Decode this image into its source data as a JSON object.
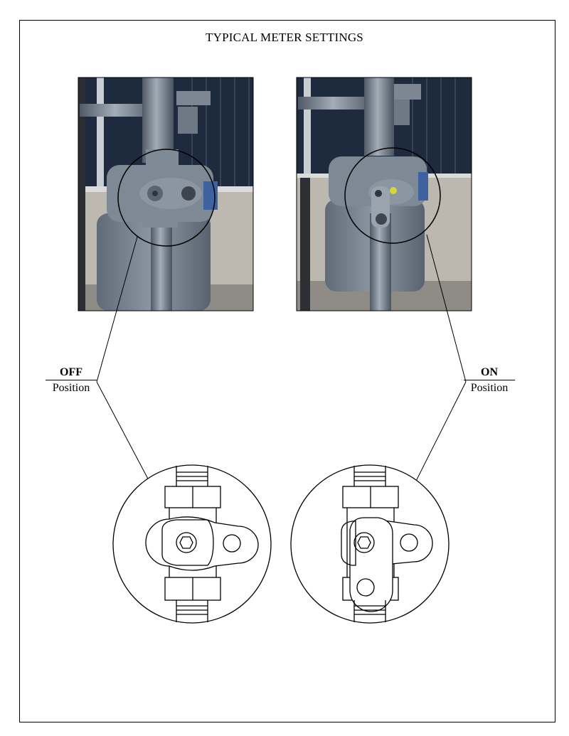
{
  "title": "TYPICAL METER SETTINGS",
  "off": {
    "state": "OFF",
    "position": "Position"
  },
  "on": {
    "state": "ON",
    "position": "Position"
  },
  "photos": [
    {
      "name": "photo-off",
      "subject": "gas meter with valve in off position"
    },
    {
      "name": "photo-on",
      "subject": "gas meter with valve in on position"
    }
  ],
  "colors": {
    "line": "#000000",
    "meter": "#6f7d8c",
    "sky": "#1d2a3e",
    "ground": "#b9b6ad"
  }
}
